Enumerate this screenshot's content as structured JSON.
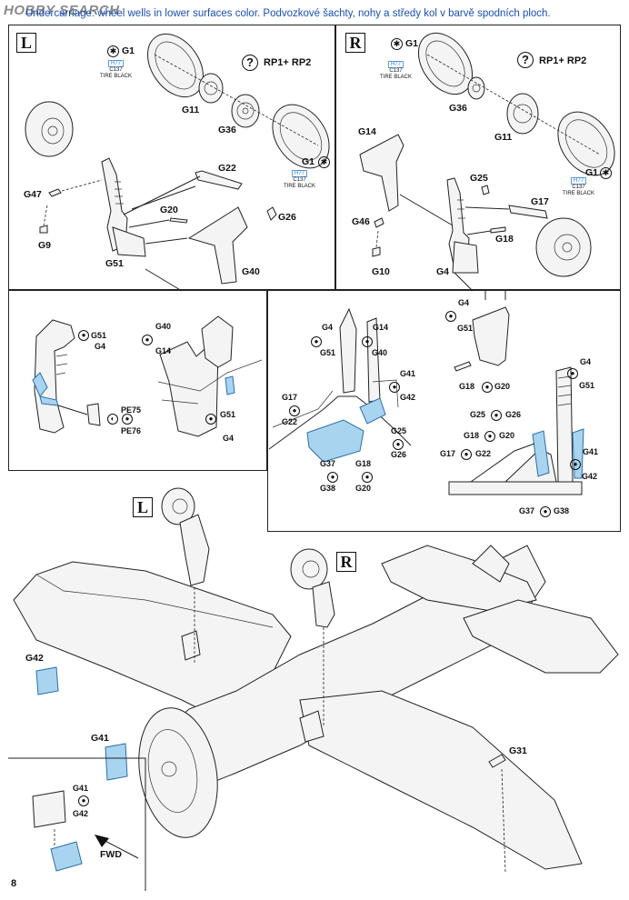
{
  "header": {
    "logo_text": "HOBBY SEARCH",
    "instruction": "Undercarriage: wheel wells in lower surfaces color. Podvozkové šachty, nohy a středy kol v barvě spodních ploch."
  },
  "panels": {
    "left": {
      "side": "L",
      "notes": {
        "rp": "RP1+ RP2",
        "q": "?"
      },
      "paint": {
        "code": "H77",
        "sub": "C137",
        "name": "TIRE BLACK"
      },
      "labels": [
        "G1",
        "G11",
        "G36",
        "G1",
        "G22",
        "G47",
        "G20",
        "G26",
        "G9",
        "G51",
        "G40"
      ]
    },
    "right": {
      "side": "R",
      "notes": {
        "rp": "RP1+ RP2",
        "q": "?"
      },
      "paint": {
        "code": "H77",
        "sub": "C137",
        "name": "TIRE BLACK"
      },
      "labels": [
        "G1",
        "G36",
        "G11",
        "G1",
        "G14",
        "G25",
        "G17",
        "G46",
        "G18",
        "G10",
        "G4"
      ]
    },
    "detail_left": {
      "labels": [
        "G51",
        "G4",
        "G40",
        "G14",
        "PE75",
        "PE76",
        "G51",
        "G4"
      ]
    },
    "detail_mid": {
      "labels": [
        "G4",
        "G51",
        "G14",
        "G40",
        "G17",
        "G22",
        "G41",
        "G42",
        "G25",
        "G26",
        "G37",
        "G38",
        "G18",
        "G20"
      ]
    },
    "detail_right": {
      "labels": [
        "G4",
        "G51",
        "G18",
        "G20",
        "G4",
        "G51",
        "G25",
        "G26",
        "G18",
        "G20",
        "G17",
        "G22",
        "G41",
        "G42",
        "G37",
        "G38"
      ]
    },
    "main": {
      "side_l": "L",
      "side_r": "R",
      "labels": [
        "G42",
        "G41",
        "G41",
        "G42",
        "G31"
      ],
      "fwd": "FWD"
    }
  },
  "footer": {
    "page_number": "8"
  },
  "colors": {
    "instruction_blue": "#1a4fb4",
    "paint_blue": "#2c79c9",
    "part_blue": "#a9d4f0"
  }
}
